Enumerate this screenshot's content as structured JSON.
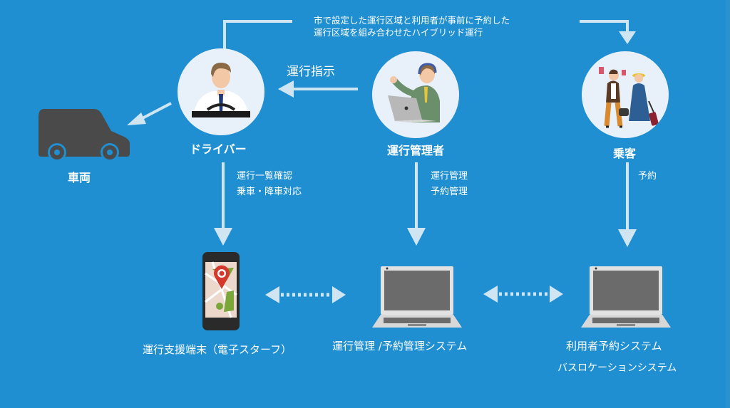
{
  "diagram": {
    "title_note_lines": [
      "市で設定した運行区域と利用者が事前に予約した",
      "運行区域を組み合わせたハイブリッド運行"
    ],
    "nodes": {
      "vehicle": {
        "label": "車両",
        "icon": "car-icon"
      },
      "driver": {
        "label": "ドライバー",
        "icon": "driver-icon"
      },
      "operator": {
        "label": "運行管理者",
        "icon": "operator-icon"
      },
      "passenger": {
        "label": "乗客",
        "icon": "passengers-icon"
      }
    },
    "edges": {
      "operator_to_driver": "運行指示",
      "driver_to_terminal": [
        "運行一覧確認",
        "乗車・降車対応"
      ],
      "operator_to_system": [
        "運行管理",
        "予約管理"
      ],
      "passenger_to_reservation": "予約"
    },
    "systems": {
      "terminal": {
        "label": "運行支援端末（電子スターフ）",
        "icon": "smartphone-map-icon"
      },
      "management": {
        "label": "運行管理 /予約管理システム",
        "icon": "laptop-icon"
      },
      "reservation": {
        "label": "利用者予約システム",
        "sublabel": "バスロケーションシステム",
        "icon": "laptop-icon"
      }
    },
    "colors": {
      "background": "#1f8fd1",
      "arrow": "#cfe6f2",
      "circle_fill": "#e8f0fa",
      "device_dark": "#4a4a4a",
      "laptop_body": "#e2e2e2",
      "laptop_screen": "#6b6b6b"
    }
  }
}
